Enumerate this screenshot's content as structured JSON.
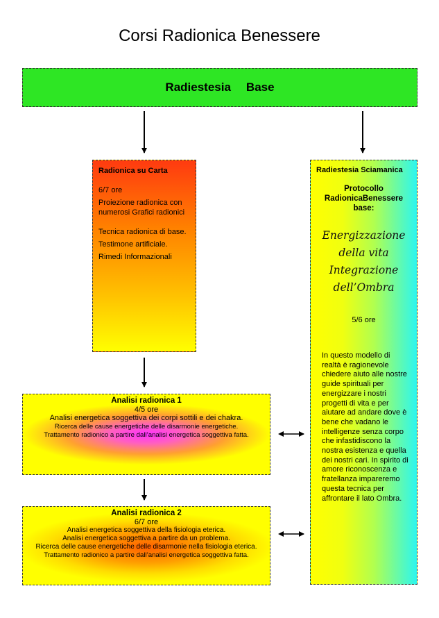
{
  "title": "Corsi Radionica Benessere",
  "top_box": {
    "word1": "Radiestesia",
    "word2": "Base"
  },
  "radionica_carta": {
    "title": "Radionica su Carta",
    "hours": "6/7 ore",
    "line1": "Proiezione radionica con numerosi Grafici radionici",
    "items": [
      "Tecnica radionica di base.",
      "Testimone artificiale.",
      "Rimedi Informazionali"
    ]
  },
  "sciamanica": {
    "title": "Radiestesia Sciamanica",
    "protocol": "Protocollo RadionicaBenessere base:",
    "script_lines": [
      "Energizzazione",
      "della vita",
      "Integrazione",
      "dell’Ombra"
    ],
    "hours": "5/6 ore",
    "body": "In questo modello di realtà è ragionevole chiedere aiuto alle nostre guide spirituali per energizzare i nostri progetti di vita e per aiutare ad andare dove è bene che vadano le intelligenze senza corpo che infastidiscono la nostra esistenza e quella dei nostri cari. In spirito di amore riconoscenza e fratellanza impareremo questa tecnica per affrontare il lato Ombra."
  },
  "analisi1": {
    "title": "Analisi radionica 1",
    "hours": "4/5 ore",
    "lines": [
      "Analisi energetica soggettiva dei corpi sottili e dei chakra.",
      "Ricerca delle cause energetiche delle disarmonie energetiche.",
      "Trattamento radionico a partire dall’analisi energetica soggettiva fatta."
    ]
  },
  "analisi2": {
    "title": "Analisi radionica 2",
    "hours": "6/7 ore",
    "lines": [
      "Analisi energetica soggettiva della fisiologia eterica.",
      "Analisi energetica soggettiva a partire da un problema.",
      "Ricerca delle cause energetiche delle disarmonie nella fisiologia eterica.",
      "Trattamento radionico a partire dall’analisi energetica soggettiva fatta."
    ]
  }
}
